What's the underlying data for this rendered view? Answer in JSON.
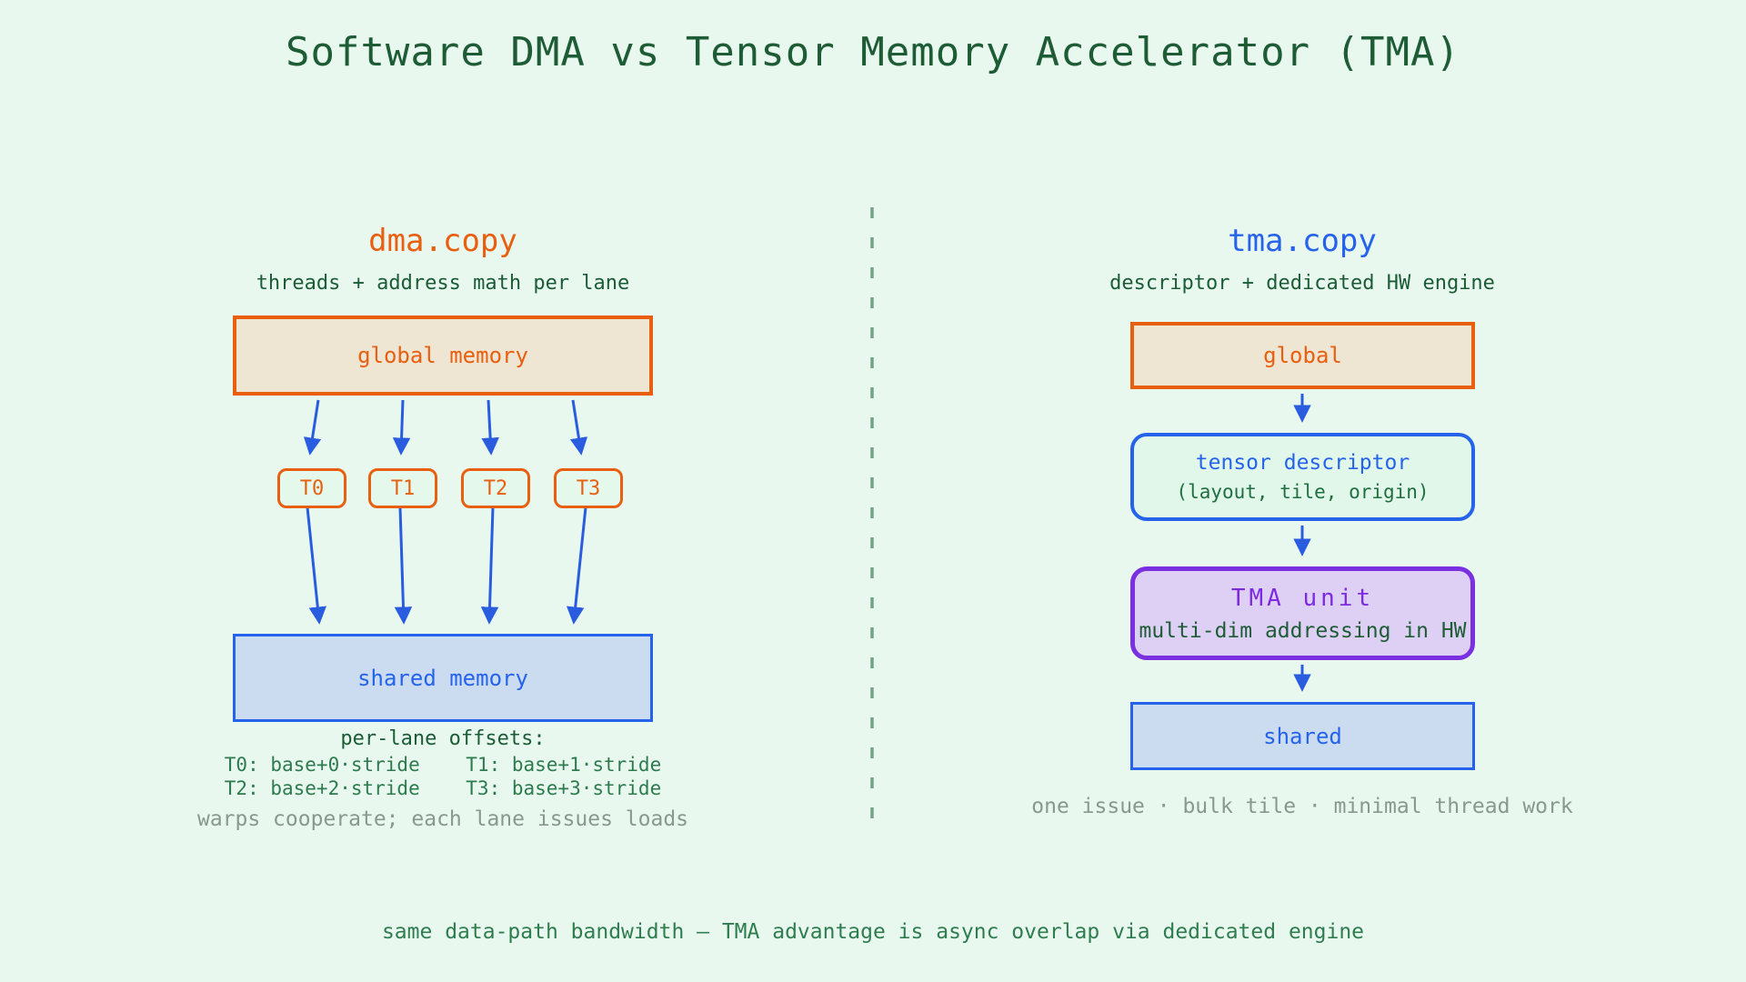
{
  "title": "Software DMA vs Tensor Memory Accelerator (TMA)",
  "footer": "same data-path bandwidth — TMA advantage is async overlap via dedicated engine",
  "left_panel": {
    "heading": "dma.copy",
    "subtitle": "threads + address math per lane",
    "global_box_label": "global memory",
    "threads": [
      "T0",
      "T1",
      "T2",
      "T3"
    ],
    "shared_box_label": "shared memory",
    "offsets_title": "per-lane offsets:",
    "offsets_line1": "T0: base+0·stride    T1: base+1·stride",
    "offsets_line2": "T2: base+2·stride    T3: base+3·stride",
    "caption": "warps cooperate; each lane issues loads"
  },
  "right_panel": {
    "heading": "tma.copy",
    "subtitle": "descriptor + dedicated HW engine",
    "global_box_label": "global",
    "descriptor_title": "tensor descriptor",
    "descriptor_sub": "(layout, tile, origin)",
    "tma_title": "TMA unit",
    "tma_sub": "multi-dim addressing in HW",
    "shared_box_label": "shared",
    "caption": "one issue · bulk tile · minimal thread work"
  },
  "colors": {
    "background": "#e9f8ef",
    "title_green": "#1d5c35",
    "accent_orange": "#e8600f",
    "accent_blue": "#2563eb",
    "arrow_blue": "#2a5ce0",
    "accent_purple": "#7a2fe0",
    "tan_fill": "#efe5d3",
    "light_blue_fill": "#cbdcf1",
    "light_green_fill": "#e0f7e9",
    "lavender_fill": "#ded0f4",
    "divider_sage": "#74a287",
    "caption_gray": "#87988e",
    "footer_green": "#2e7d4f"
  }
}
